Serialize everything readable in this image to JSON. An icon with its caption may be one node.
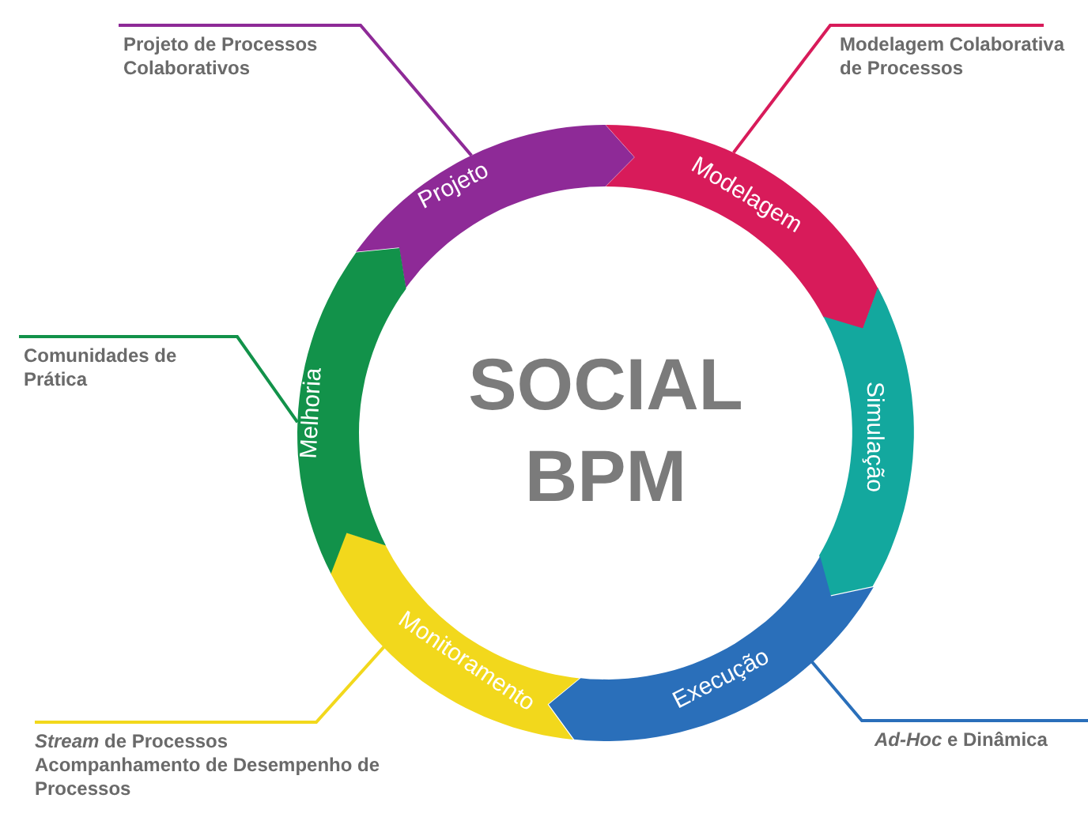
{
  "diagram": {
    "title": "SOCIAL BPM",
    "nodes": [
      {
        "text": [
          "Projeto"
        ]
      },
      {
        "text": [
          "Modelagem"
        ]
      },
      {
        "text": [
          "Simulação"
        ]
      },
      {
        "text": [
          "Execução"
        ]
      },
      {
        "text": [
          "Monitoramento"
        ]
      },
      {
        "text": [
          "Melhoria"
        ]
      },
      {
        "text": [
          "Projeto de Processos Colaborativos"
        ]
      },
      {
        "text": [
          "Modelagem Colaborativa de Processos"
        ]
      },
      {
        "text": [
          "Comunidades de Prática"
        ]
      },
      {
        "text": [
          "*Stream* de Processos",
          "Acompanhamento de Desempenho de Processos"
        ]
      },
      {
        "text": [
          "*Ad-Hoc* e Dinâmica"
        ]
      }
    ],
    "edges": [
      {
        "from": 6,
        "to": 0,
        "arrow": "none",
        "color": "#8e2a97"
      },
      {
        "from": 7,
        "to": 1,
        "arrow": "none",
        "color": "#d81b5a"
      },
      {
        "from": 8,
        "to": 5,
        "arrow": "none",
        "color": "#12924a"
      },
      {
        "from": 9,
        "to": 4,
        "arrow": "none",
        "color": "#f2d81c"
      },
      {
        "from": 10,
        "to": 3,
        "arrow": "none",
        "color": "#2a6fba"
      }
    ]
  }
}
